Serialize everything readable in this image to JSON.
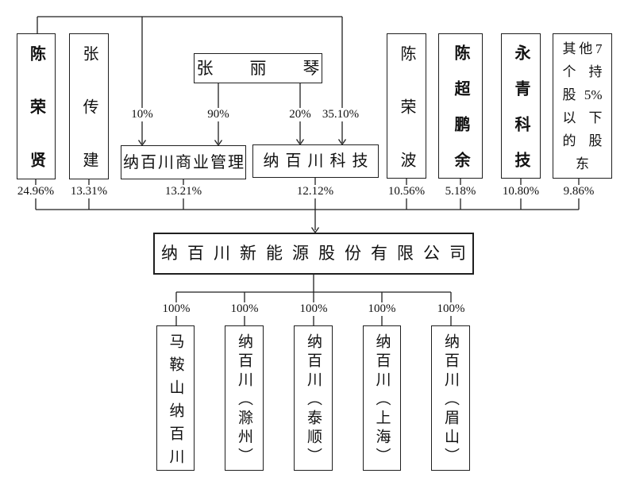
{
  "diagram": {
    "type": "equity-structure-chart",
    "colors": {
      "line": "#1f1f1f",
      "text": "#111111",
      "background": "#ffffff"
    },
    "shareholders": [
      {
        "name": "陈荣贤",
        "ownership": "24.96%"
      },
      {
        "name": "张传建",
        "ownership": "13.31%"
      },
      {
        "name": "纳百川商业管理",
        "ownership": "13.21%"
      },
      {
        "name": "纳百川科技",
        "ownership": "12.12%"
      },
      {
        "name": "陈荣波",
        "ownership": "10.56%"
      },
      {
        "name": "陈超鹏余",
        "ownership": "5.18%"
      },
      {
        "name": "永青科技",
        "ownership": "10.80%"
      },
      {
        "name": "其他7个持股5%以下的股东",
        "ownership": "9.86%"
      }
    ],
    "intermediate_owner": {
      "name": "张丽琴"
    },
    "edges": [
      {
        "from": "陈荣贤",
        "to": "纳百川商业管理",
        "label": "10%"
      },
      {
        "from": "张丽琴",
        "to": "纳百川商业管理",
        "label": "90%"
      },
      {
        "from": "张丽琴",
        "to": "纳百川科技",
        "label": "20%"
      },
      {
        "from": "陈荣贤",
        "to": "纳百川科技",
        "label": "35.10%"
      }
    ],
    "company": {
      "name": "纳百川新能源股份有限公司"
    },
    "subsidiaries": [
      {
        "name": "马鞍山纳百川",
        "ownership": "100%"
      },
      {
        "name": "纳百川（滁州）",
        "ownership": "100%"
      },
      {
        "name": "纳百川（泰顺）",
        "ownership": "100%"
      },
      {
        "name": "纳百川（上海）",
        "ownership": "100%"
      },
      {
        "name": "纳百川（眉山）",
        "ownership": "100%"
      }
    ]
  }
}
